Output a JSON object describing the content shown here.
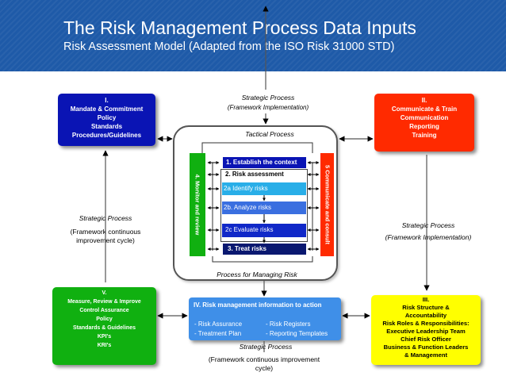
{
  "header": {
    "title": "The Risk Management Process Data Inputs",
    "subtitle": "Risk Assessment Model (Adapted from the ISO Risk 31000 STD)"
  },
  "boxes": {
    "mandate": {
      "number": "I.",
      "lines": [
        "Mandate & Commitment",
        "Policy",
        "Standards",
        "Procedures/Guidelines"
      ]
    },
    "communicate": {
      "number": "II.",
      "lines": [
        "Communicate & Train",
        "Communication",
        "Reporting",
        "Training"
      ]
    },
    "structure": {
      "number": "III.",
      "lines": [
        "Risk Structure &",
        "Accountability",
        "Risk Roles & Responsibilities:",
        "Executive Leadership Team",
        "Chief Risk Officer",
        "Business & Function Leaders",
        "& Management"
      ]
    },
    "info": {
      "title": "IV. Risk management information to action",
      "items": [
        "- Risk Assurance",
        "- Risk Registers",
        "- Treatment Plan",
        "- Reporting Templates"
      ]
    },
    "measure": {
      "number": "V.",
      "lines": [
        "Measure, Review & Improve",
        "Control Assurance",
        "Policy",
        "Standards & Guidelines",
        "KPI's",
        "KRI's"
      ]
    }
  },
  "labels": {
    "strategic_top": "Strategic Process",
    "framework_impl_top": "(Framework Implementation)",
    "tactical": "Tactical Process",
    "strategic_left": "Strategic Process",
    "framework_cont_left_1": "(Framework continuous",
    "framework_cont_left_2": "improvement cycle)",
    "strategic_right": "Strategic Process",
    "framework_impl_right": "(Framework Implementation)",
    "managing_risk": "Process for Managing Risk",
    "strategic_bottom": "Strategic Process",
    "framework_cont_bottom_1": "(Framework continuous improvement",
    "framework_cont_bottom_2": "cycle)"
  },
  "process": {
    "monitor": "4. Monitor and review",
    "consult": "5 Communicate and consult",
    "steps": {
      "context": "1. Establish the context",
      "assessment": "2.    Risk assessment",
      "identify": "2a          Identify risks",
      "analyze": "2b.          Analyze risks",
      "evaluate": "2c         Evaluate risks",
      "treat": "3.          Treat risks"
    }
  },
  "colors": {
    "header_bg": "#1e5aa8",
    "mandate": "#0a14b4",
    "communicate": "#ff2a00",
    "structure": "#ffff00",
    "info": "#3f8fe8",
    "measure": "#10b010"
  }
}
